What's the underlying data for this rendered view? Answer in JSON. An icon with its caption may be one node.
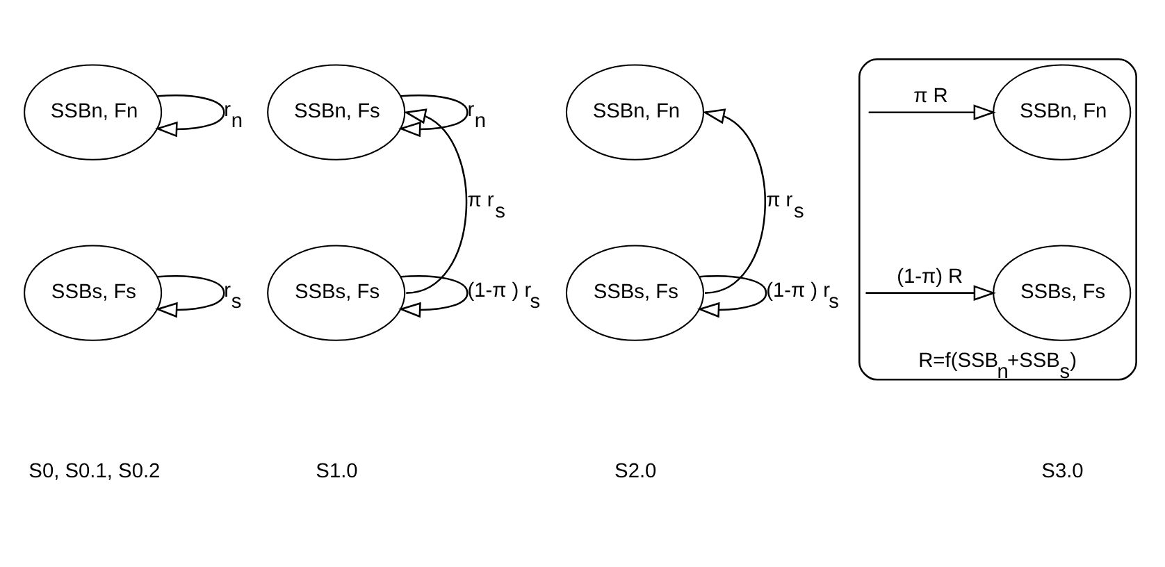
{
  "diagram": {
    "nodes": [
      {
        "text": [
          "SSBn, Fn"
        ]
      },
      {
        "text": [
          "SSBs, Fs"
        ]
      },
      {
        "text": [
          "SSBn, Fs"
        ]
      },
      {
        "text": [
          "SSBs, Fs"
        ]
      },
      {
        "text": [
          "SSBn, Fn"
        ]
      },
      {
        "text": [
          "SSBs, Fs"
        ]
      },
      {
        "text": [
          "R=f(SSB$_{n}$+SSB$_{s}$)"
        ]
      },
      {
        "text": [
          "SSBn, Fn"
        ],
        "in": 6
      },
      {
        "text": [
          "SSBs, Fs"
        ],
        "in": 6
      }
    ],
    "edges": [
      {
        "from": 0,
        "to": 0,
        "arrow": "to",
        "label": "r$_{n}$"
      },
      {
        "from": 1,
        "to": 1,
        "arrow": "to",
        "label": "r$_{s}$"
      },
      {
        "from": 2,
        "to": 2,
        "arrow": "to",
        "label": "r$_{n}$"
      },
      {
        "from": 3,
        "to": 2,
        "arrow": "to",
        "label": "π r$_{s}$"
      },
      {
        "from": 3,
        "to": 3,
        "arrow": "to",
        "label": "(1-π ) r$_{s}$"
      },
      {
        "from": 5,
        "to": 4,
        "arrow": "to",
        "label": "π r$_{s}$"
      },
      {
        "from": 5,
        "to": 5,
        "arrow": "to",
        "label": "(1-π ) r$_{s}$"
      },
      {
        "from": 6,
        "to": 7,
        "arrow": "to",
        "label": "π R"
      },
      {
        "from": 6,
        "to": 8,
        "arrow": "to",
        "label": "(1-π) R"
      }
    ],
    "labels": [
      "S0, S0.1, S0.2",
      "S1.0",
      "S2.0",
      "S3.0"
    ]
  }
}
